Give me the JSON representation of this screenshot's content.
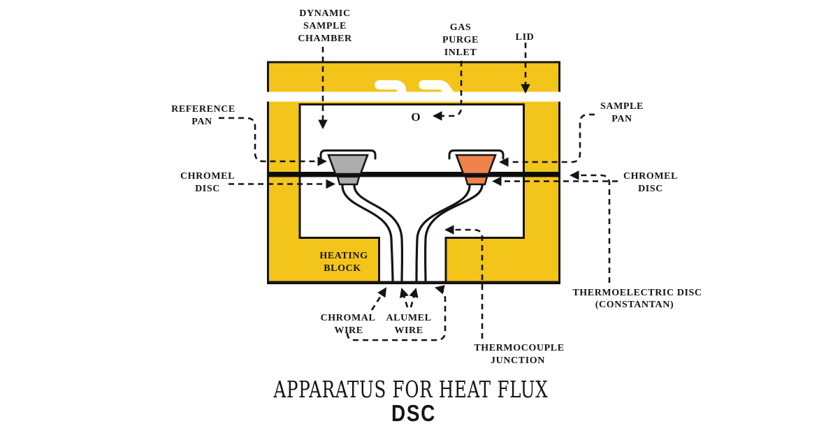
{
  "title": {
    "line1": "APPARATUS FOR HEAT FLUX",
    "line2": "DSC"
  },
  "labels": {
    "dynamic_sample_chamber": {
      "lines": [
        "DYNAMIC",
        "SAMPLE",
        "CHAMBER"
      ]
    },
    "gas_purge_inlet": {
      "lines": [
        "GAS",
        "PURGE",
        "INLET"
      ]
    },
    "lid": {
      "lines": [
        "LID"
      ]
    },
    "reference_pan": {
      "lines": [
        "REFERENCE",
        "PAN"
      ]
    },
    "sample_pan": {
      "lines": [
        "SAMPLE",
        "PAN"
      ]
    },
    "chromel_disc_left": {
      "lines": [
        "CHROMEL",
        "DISC"
      ]
    },
    "chromel_disc_right": {
      "lines": [
        "CHROMEL",
        "DISC"
      ]
    },
    "heating_block": {
      "lines": [
        "HEATING",
        "BLOCK"
      ]
    },
    "chromal_wire": {
      "lines": [
        "CHROMAL",
        "WIRE"
      ]
    },
    "alumel_wire": {
      "lines": [
        "ALUMEL",
        "WIRE"
      ]
    },
    "thermocouple_junction": {
      "lines": [
        "THERMOCOUPLE",
        "JUNCTION"
      ]
    },
    "thermoelectric_disc": {
      "lines": [
        "THERMOELECTRIC DISC",
        "(CONSTANTAN)"
      ]
    },
    "gas_inlet_marker": "O"
  },
  "colors": {
    "block_yellow": "#F3C51B",
    "reference_pan_gray": "#ADADAD",
    "sample_pan_orange": "#F0834C",
    "disc_black": "#0D0D0D",
    "ink": "#141414"
  }
}
